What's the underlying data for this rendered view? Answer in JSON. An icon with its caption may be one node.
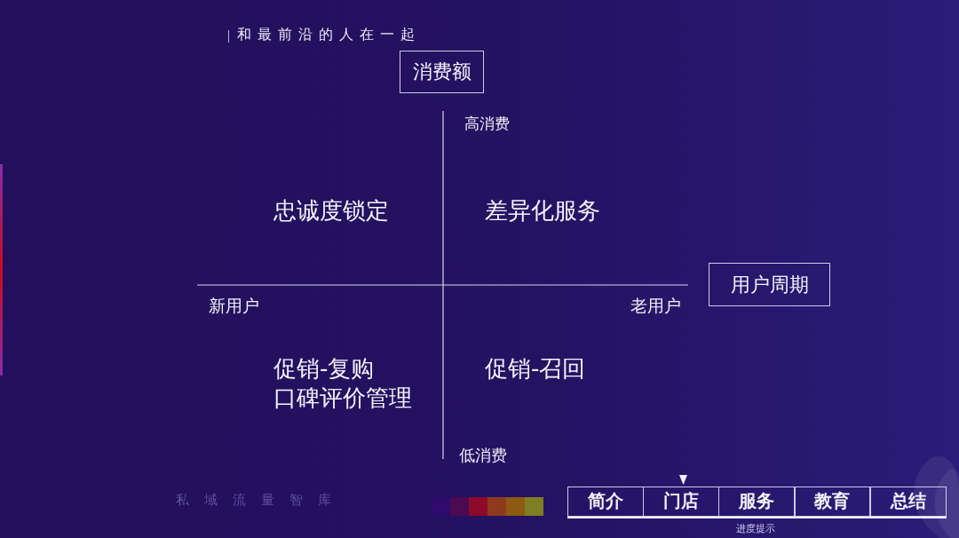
{
  "diagram": {
    "nodes": [
      {
        "text": [
          "消费额"
        ]
      },
      {
        "text": [
          "用户周期"
        ]
      },
      {
        "text": [],
        "shape": "box"
      },
      {
        "text": [
          "简介"
        ],
        "in": 2
      },
      {
        "text": [
          "门店"
        ],
        "in": 2
      },
      {
        "text": [
          "服务"
        ],
        "in": 2
      },
      {
        "text": [
          "教育"
        ],
        "in": 2
      },
      {
        "text": [
          "总结"
        ],
        "in": 2
      }
    ],
    "labels": [
      "和最前沿的人在一起",
      "高消费",
      "忠诚度锁定",
      "差异化服务",
      "新用户",
      "老用户",
      "促销-复购",
      "口碑评价管理",
      "促销-召回",
      "低消费",
      "私域流量智库",
      "进度提示"
    ]
  }
}
